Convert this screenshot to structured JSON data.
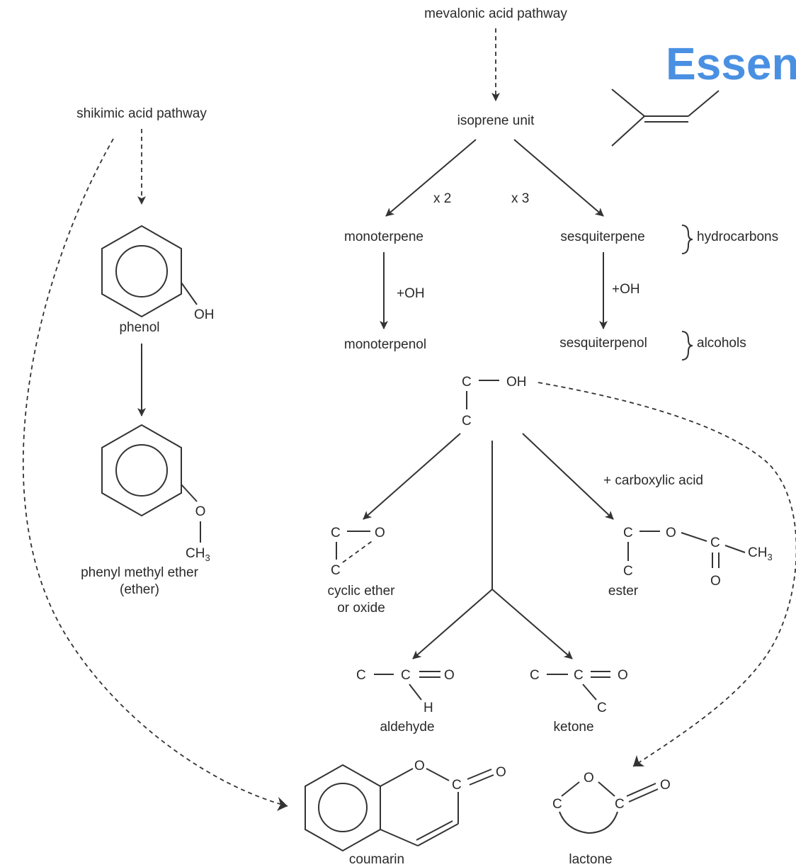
{
  "title": "Essen",
  "pathways": {
    "mevalonic": "mevalonic acid pathway",
    "shikimic": "shikimic acid pathway"
  },
  "isoprene_unit": "isoprene unit",
  "multipliers": {
    "x2": "x 2",
    "x3": "x 3"
  },
  "hydrocarbons": {
    "monoterpene": "monoterpene",
    "sesquiterpene": "sesquiterpene",
    "group_label": "hydrocarbons"
  },
  "alcohols": {
    "monoterpenol": "monoterpenol",
    "sesquiterpenol": "sesquiterpenol",
    "group_label": "alcohols",
    "plus_oh": "+OH"
  },
  "phenol": {
    "name": "phenol",
    "group": "OH"
  },
  "ether": {
    "name": "phenyl methyl ether",
    "sub_name": "(ether)",
    "o": "O",
    "ch": "CH",
    "ch_sub": "3"
  },
  "core": {
    "c": "C",
    "oh": "OH"
  },
  "cyclic_ether": {
    "name_line1": "cyclic ether",
    "name_line2": "or oxide",
    "c": "C",
    "o": "O"
  },
  "ester": {
    "reagent": "+ carboxylic acid",
    "name": "ester",
    "c": "C",
    "o": "O",
    "ch": "CH",
    "ch_sub": "3"
  },
  "aldehyde": {
    "name": "aldehyde",
    "c": "C",
    "o": "O",
    "h": "H"
  },
  "ketone": {
    "name": "ketone",
    "c": "C",
    "o": "O"
  },
  "coumarin": {
    "name": "coumarin",
    "o": "O",
    "c": "C"
  },
  "lactone": {
    "name": "lactone",
    "o": "O",
    "c": "C"
  }
}
